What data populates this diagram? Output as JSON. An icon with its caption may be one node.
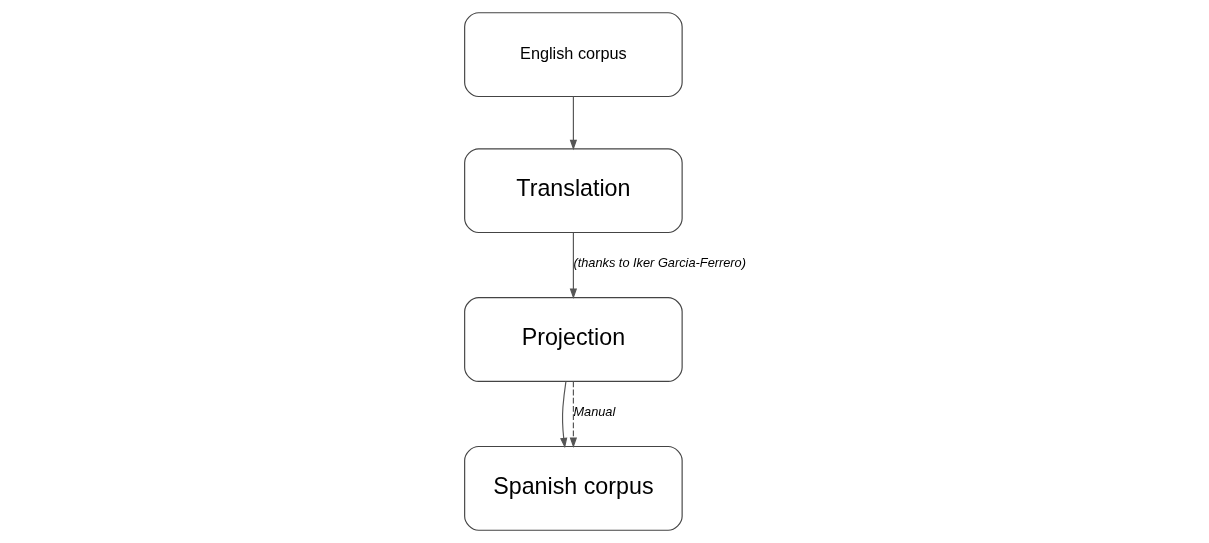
{
  "diagram": {
    "nodes": [
      {
        "text": [
          "English corpus"
        ]
      },
      {
        "text": [
          "Translation"
        ]
      },
      {
        "text": [
          "Projection"
        ]
      },
      {
        "text": [
          "Spanish corpus"
        ]
      }
    ],
    "edges": [
      {
        "from": 0,
        "to": 1,
        "arrow": "to"
      },
      {
        "from": 1,
        "to": 2,
        "arrow": "to",
        "label": "(thanks to Iker Garcia-Ferrero)"
      },
      {
        "from": 2,
        "to": 3,
        "arrow": "to"
      },
      {
        "from": 2,
        "to": 3,
        "arrow": "to",
        "style": "dashed",
        "label": "Manual"
      }
    ]
  }
}
